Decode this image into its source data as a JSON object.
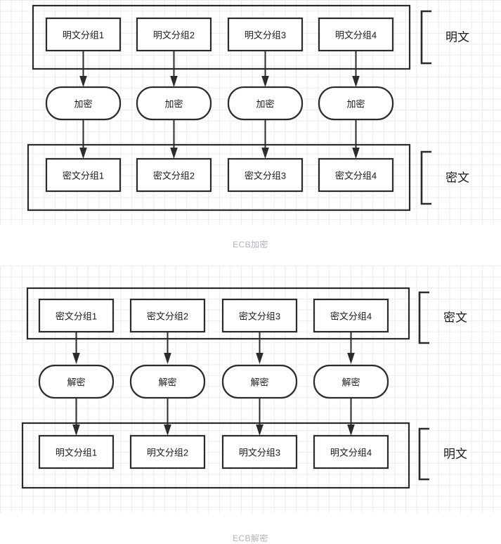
{
  "canvas": {
    "grid_color": "#ececec",
    "background": "#ffffff",
    "stroke_color": "#2b2b2b",
    "text_color": "#1a1a1a",
    "caption_color": "#b0b4bd"
  },
  "diagrams": [
    {
      "id": "ecb-encrypt",
      "caption": "ECB加密",
      "input_group": {
        "side_label": "明文",
        "blocks": [
          {
            "label": "明文分组1"
          },
          {
            "label": "明文分组2"
          },
          {
            "label": "明文分组3"
          },
          {
            "label": "明文分组4"
          }
        ]
      },
      "operations": [
        {
          "label": "加密"
        },
        {
          "label": "加密"
        },
        {
          "label": "加密"
        },
        {
          "label": "加密"
        }
      ],
      "output_group": {
        "side_label": "密文",
        "blocks": [
          {
            "label": "密文分组1"
          },
          {
            "label": "密文分组2"
          },
          {
            "label": "密文分组3"
          },
          {
            "label": "密文分组4"
          }
        ]
      }
    },
    {
      "id": "ecb-decrypt",
      "caption": "ECB解密",
      "input_group": {
        "side_label": "密文",
        "blocks": [
          {
            "label": "密文分组1"
          },
          {
            "label": "密文分组2"
          },
          {
            "label": "密文分组3"
          },
          {
            "label": "密文分组4"
          }
        ]
      },
      "operations": [
        {
          "label": "解密"
        },
        {
          "label": "解密"
        },
        {
          "label": "解密"
        },
        {
          "label": "解密"
        }
      ],
      "output_group": {
        "side_label": "明文",
        "blocks": [
          {
            "label": "明文分组1"
          },
          {
            "label": "明文分组2"
          },
          {
            "label": "明文分组3"
          },
          {
            "label": "明文分组4"
          }
        ]
      }
    }
  ]
}
